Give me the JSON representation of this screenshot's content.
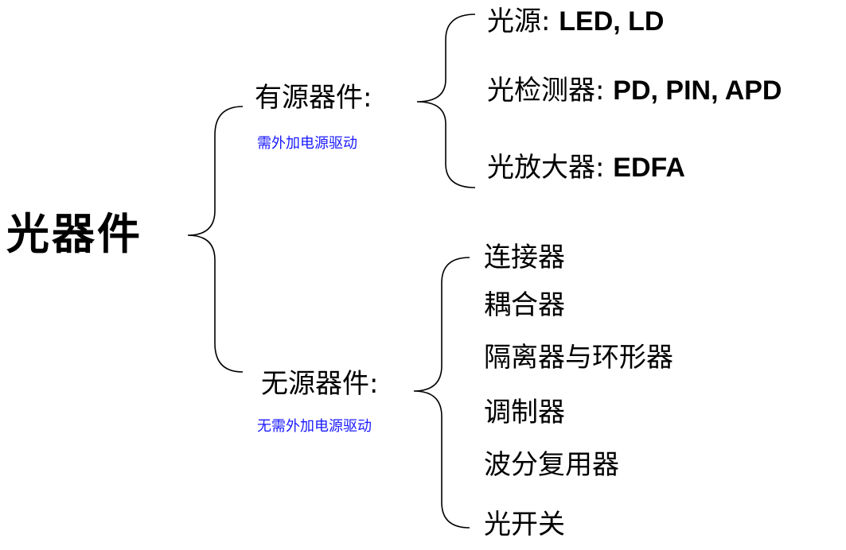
{
  "title": "光器件",
  "active": {
    "label": "有源器件:",
    "note": "需外加电源驱动",
    "items": [
      {
        "prefix": "光源: ",
        "terms": "LED, LD"
      },
      {
        "prefix": "光检测器: ",
        "terms": "PD, PIN, APD"
      },
      {
        "prefix": "光放大器: ",
        "terms": "EDFA"
      }
    ]
  },
  "passive": {
    "label": "无源器件:",
    "note": "无需外加电源驱动",
    "items": [
      "连接器",
      "耦合器",
      "隔离器与环形器",
      "调制器",
      "波分复用器",
      "光开关"
    ]
  },
  "colors": {
    "text": "#000000",
    "note": "#1a1aff",
    "bracket": "#000000"
  }
}
